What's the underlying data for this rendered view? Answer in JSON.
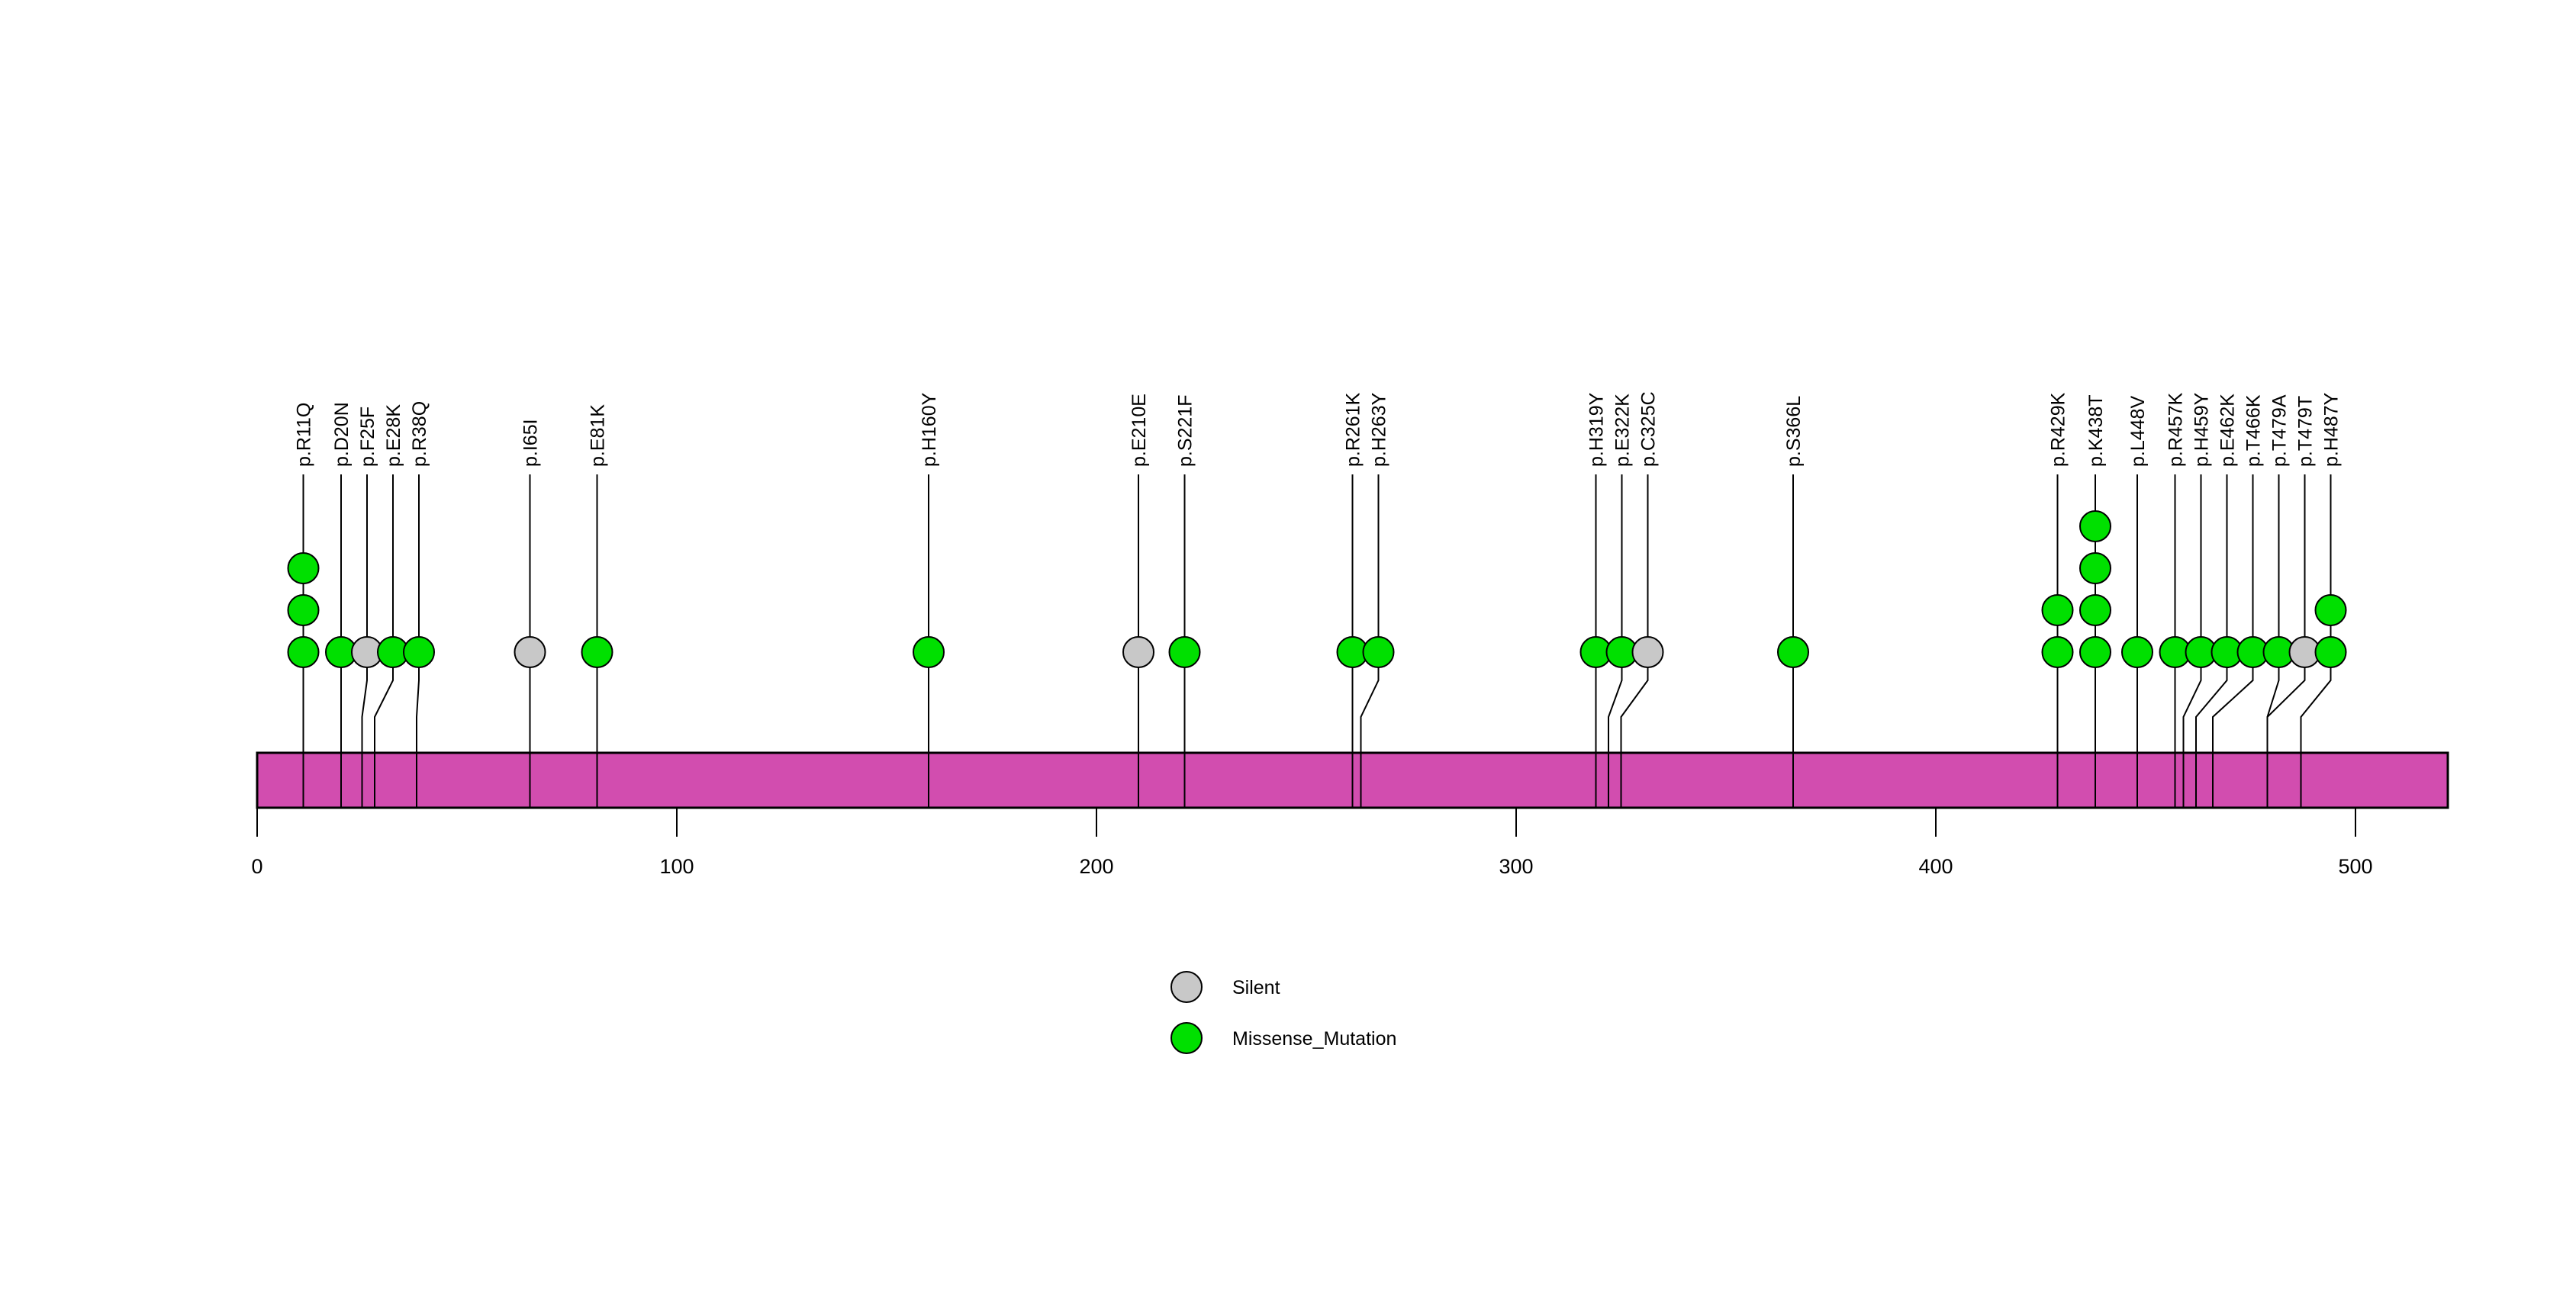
{
  "chart_data": {
    "type": "lollipop",
    "title": "",
    "xlabel": "",
    "ylabel": "",
    "xlim": [
      0,
      522
    ],
    "xticks": [
      0,
      100,
      200,
      300,
      400,
      500
    ],
    "xtick_labels": [
      "0",
      "100",
      "200",
      "300",
      "400",
      "500"
    ],
    "grid": false,
    "protein_length": 522,
    "protein_bar_color": "#D24DAF",
    "categories": [
      "p.R11Q",
      "p.D20N",
      "p.F25F",
      "p.E28K",
      "p.R38Q",
      "p.I65I",
      "p.E81K",
      "p.H160Y",
      "p.E210E",
      "p.S221F",
      "p.R261K",
      "p.H263Y",
      "p.H319Y",
      "p.E322K",
      "p.C325C",
      "p.S366L",
      "p.R429K",
      "p.K438T",
      "p.L448V",
      "p.R457K",
      "p.H459Y",
      "p.E462K",
      "p.T466K",
      "p.T479A",
      "p.T479T",
      "p.H487Y"
    ],
    "values": [
      3,
      1,
      1,
      1,
      1,
      1,
      1,
      1,
      1,
      1,
      1,
      1,
      1,
      1,
      1,
      1,
      2,
      4,
      1,
      1,
      1,
      1,
      1,
      1,
      1,
      2
    ],
    "mutations": [
      {
        "label": "p.R11Q",
        "position": 11,
        "count": 3,
        "type": "Missense_Mutation"
      },
      {
        "label": "p.D20N",
        "position": 20,
        "count": 1,
        "type": "Missense_Mutation"
      },
      {
        "label": "p.F25F",
        "position": 25,
        "count": 1,
        "type": "Silent"
      },
      {
        "label": "p.E28K",
        "position": 28,
        "count": 1,
        "type": "Missense_Mutation"
      },
      {
        "label": "p.R38Q",
        "position": 38,
        "count": 1,
        "type": "Missense_Mutation"
      },
      {
        "label": "p.I65I",
        "position": 65,
        "count": 1,
        "type": "Silent"
      },
      {
        "label": "p.E81K",
        "position": 81,
        "count": 1,
        "type": "Missense_Mutation"
      },
      {
        "label": "p.H160Y",
        "position": 160,
        "count": 1,
        "type": "Missense_Mutation"
      },
      {
        "label": "p.E210E",
        "position": 210,
        "count": 1,
        "type": "Silent"
      },
      {
        "label": "p.S221F",
        "position": 221,
        "count": 1,
        "type": "Missense_Mutation"
      },
      {
        "label": "p.R261K",
        "position": 261,
        "count": 1,
        "type": "Missense_Mutation"
      },
      {
        "label": "p.H263Y",
        "position": 263,
        "count": 1,
        "type": "Missense_Mutation"
      },
      {
        "label": "p.H319Y",
        "position": 319,
        "count": 1,
        "type": "Missense_Mutation"
      },
      {
        "label": "p.E322K",
        "position": 322,
        "count": 1,
        "type": "Missense_Mutation"
      },
      {
        "label": "p.C325C",
        "position": 325,
        "count": 1,
        "type": "Silent"
      },
      {
        "label": "p.S366L",
        "position": 366,
        "count": 1,
        "type": "Missense_Mutation"
      },
      {
        "label": "p.R429K",
        "position": 429,
        "count": 2,
        "type": "Missense_Mutation"
      },
      {
        "label": "p.K438T",
        "position": 438,
        "count": 4,
        "type": "Missense_Mutation"
      },
      {
        "label": "p.L448V",
        "position": 448,
        "count": 1,
        "type": "Missense_Mutation"
      },
      {
        "label": "p.R457K",
        "position": 457,
        "count": 1,
        "type": "Missense_Mutation"
      },
      {
        "label": "p.H459Y",
        "position": 459,
        "count": 1,
        "type": "Missense_Mutation"
      },
      {
        "label": "p.E462K",
        "position": 462,
        "count": 1,
        "type": "Missense_Mutation"
      },
      {
        "label": "p.T466K",
        "position": 466,
        "count": 1,
        "type": "Missense_Mutation"
      },
      {
        "label": "p.T479A",
        "position": 479,
        "count": 1,
        "type": "Missense_Mutation"
      },
      {
        "label": "p.T479T",
        "position": 479,
        "count": 1,
        "type": "Silent"
      },
      {
        "label": "p.H487Y",
        "position": 487,
        "count": 2,
        "type": "Missense_Mutation"
      }
    ],
    "legend": {
      "position": "bottom-center",
      "entries": [
        {
          "label": "Silent",
          "color": "#C8C8C8"
        },
        {
          "label": "Missense_Mutation",
          "color": "#00E000"
        }
      ]
    },
    "colors": {
      "Silent": "#C8C8C8",
      "Missense_Mutation": "#00E000",
      "protein_bar": "#D24DAF",
      "stem": "#000000",
      "background": "#FFFFFF"
    }
  }
}
